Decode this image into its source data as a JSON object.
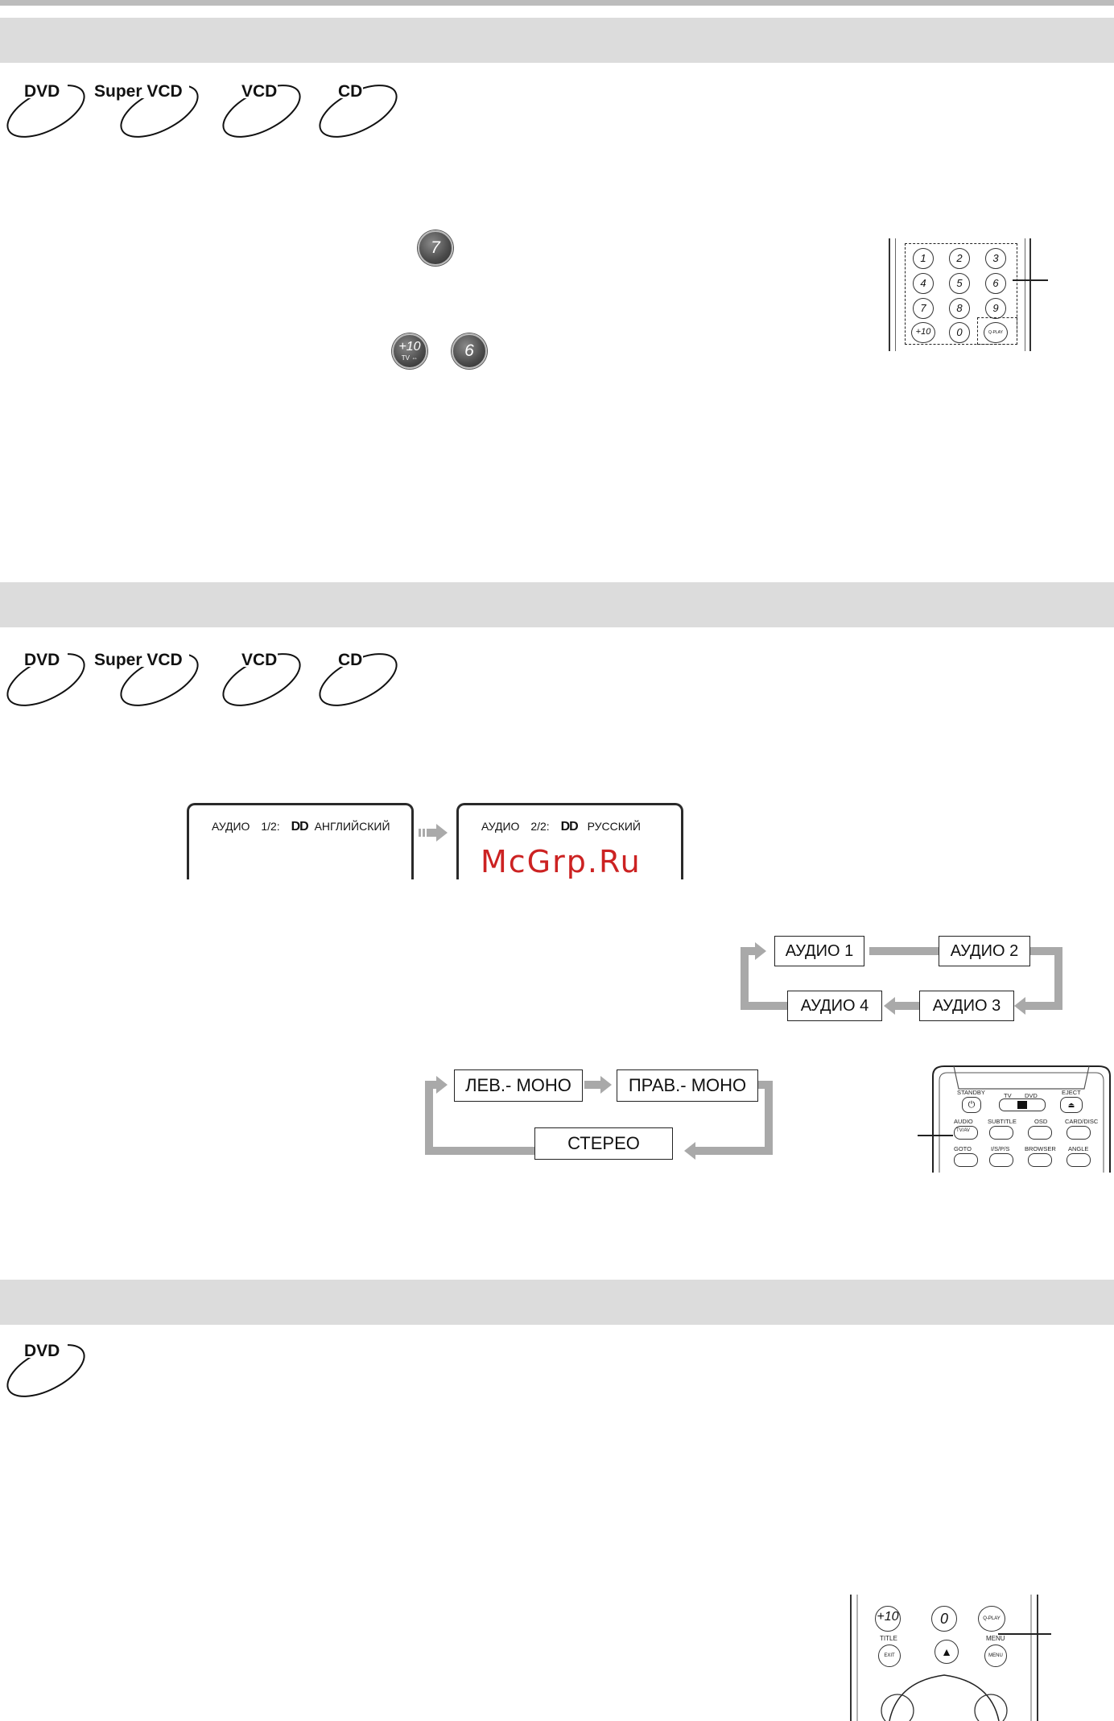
{
  "disc_labels": {
    "dvd": "DVD",
    "svcd": "Super VCD",
    "vcd": "VCD",
    "cd": "CD"
  },
  "section1": {
    "example_buttons": {
      "seven": "7",
      "plus10": "+10",
      "plus10_sub": "TV ⇔ ",
      "six": "6"
    },
    "remote_keys": [
      "1",
      "2",
      "3",
      "4",
      "5",
      "6",
      "7",
      "8",
      "9",
      "+10",
      "0",
      "Q-PLAY"
    ]
  },
  "section2": {
    "screen1": {
      "label": "АУДИО",
      "track": "1/2:",
      "logo": "DD",
      "language": "АНГЛИЙСКИЙ"
    },
    "screen2": {
      "label": "АУДИО",
      "track": "2/2:",
      "logo": "DD",
      "language": "РУССКИЙ"
    },
    "watermark": "McGrp.Ru",
    "audio_cycle": [
      "АУДИО 1",
      "АУДИО 2",
      "АУДИО 3",
      "АУДИО 4"
    ],
    "mode_cycle": {
      "left": "ЛЕВ.‐ МОНО",
      "right": "ПРАВ.‐ МОНО",
      "stereo": "СТЕРЕО"
    },
    "remote": {
      "row1": [
        "STANDBY",
        "TV",
        "DVD",
        "EJECT"
      ],
      "row2": [
        "AUDIO",
        "SUBTITLE",
        "OSD",
        "CARD/DISC"
      ],
      "row3": [
        "GOTO",
        "I/S/P/S",
        "BROWSER",
        "ANGLE"
      ],
      "audio_sub": "TV/AV"
    }
  },
  "section3": {
    "remote": {
      "plus10": "+10",
      "zero": "0",
      "qplay": "Q-PLAY",
      "title": "TITLE",
      "menu": "MENU",
      "exit": "EXIT",
      "menu_btn": "MENU"
    }
  }
}
